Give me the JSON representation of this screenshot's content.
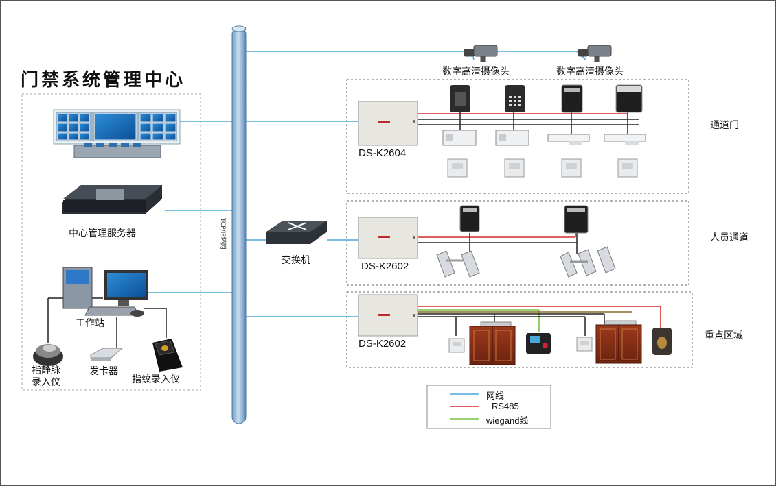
{
  "title": "门禁系统管理中心",
  "backbone_label": "TCP/IP环网",
  "center": {
    "server_label": "中心管理服务器",
    "workstation_label": "工作站",
    "vein_label_line1": "指静脉",
    "vein_label_line2": "录入仪",
    "card_issuer_label": "发卡器",
    "fingerprint_label": "指纹录入仪"
  },
  "switch_label": "交换机",
  "cameras": [
    {
      "label": "数字高清摄像头"
    },
    {
      "label": "数字高清摄像头"
    }
  ],
  "zones": [
    {
      "name": "通道门",
      "controller": "DS-K2604"
    },
    {
      "name": "人员通道",
      "controller": "DS-K2602"
    },
    {
      "name": "重点区域",
      "controller": "DS-K2602"
    }
  ],
  "legend": [
    {
      "label": "网线",
      "color": "#4aa8d8"
    },
    {
      "label": "RS485",
      "color": "#d42b2b"
    },
    {
      "label": "wiegand线",
      "color": "#79c043"
    }
  ],
  "colors": {
    "network": "#4aa8d8",
    "rs485": "#d42b2b",
    "wiegand": "#79c043",
    "wire": "#222222",
    "backbone": "#8fb6d8"
  }
}
